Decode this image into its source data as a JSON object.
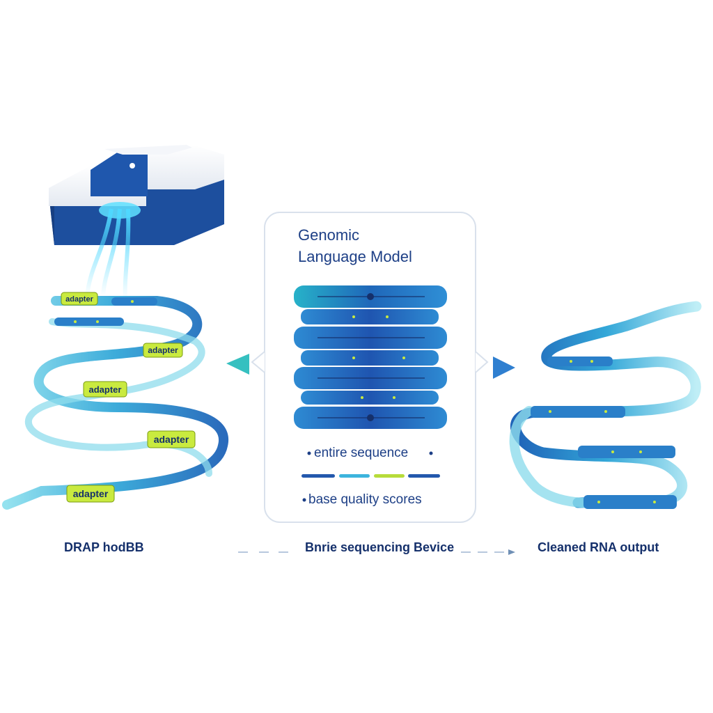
{
  "model": {
    "title_line1": "Genomic",
    "title_line2": "Language Model",
    "bullet_entire_sequence": "entire sequence",
    "bullet_quality_scores": "base quality scores"
  },
  "labels": {
    "adapter_1": "adapter",
    "adapter_2": "adapter",
    "adapter_3": "adapter",
    "adapter_4": "adapter",
    "adapter_5": "adapter"
  },
  "captions": {
    "left": "DRAP hodBB",
    "center": "Bnrie sequencing Bevice",
    "right": "Cleaned RNA output"
  },
  "colors": {
    "navy": "#1d3f86",
    "device_blue": "#1d4f9e",
    "strand_cyan": "#59c7e0",
    "strand_blue": "#2a7fc9",
    "adapter_lime": "#c9ea3f",
    "panel_border": "#d9e1ec"
  }
}
